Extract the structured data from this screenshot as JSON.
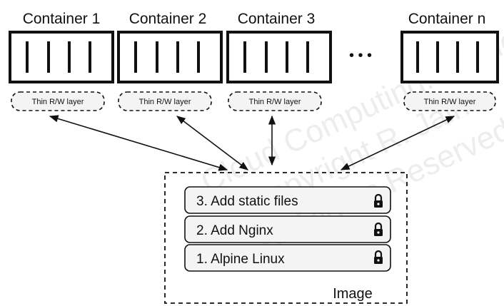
{
  "containers": [
    {
      "title": "Container 1",
      "layer_label": "Thin R/W layer"
    },
    {
      "title": "Container 2",
      "layer_label": "Thin R/W layer"
    },
    {
      "title": "Container 3",
      "layer_label": "Thin R/W layer"
    },
    {
      "title": "Container n",
      "layer_label": "Thin R/W layer"
    }
  ],
  "ellipsis": "• • •",
  "image": {
    "label": "Image",
    "layers": [
      {
        "text": "3. Add static files",
        "icon": "lock-icon"
      },
      {
        "text": "2. Add Nginx",
        "icon": "lock-icon"
      },
      {
        "text": "1. Alpine Linux",
        "icon": "lock-icon"
      }
    ]
  },
  "watermark": {
    "lines": [
      "Cloud Computing: Applications",
      "Copyright R. Jain",
      "All Rights Reserved"
    ]
  },
  "colors": {
    "ink": "#111111",
    "layer_fill": "#f4f4f4",
    "watermark": "#d6d6d6"
  }
}
